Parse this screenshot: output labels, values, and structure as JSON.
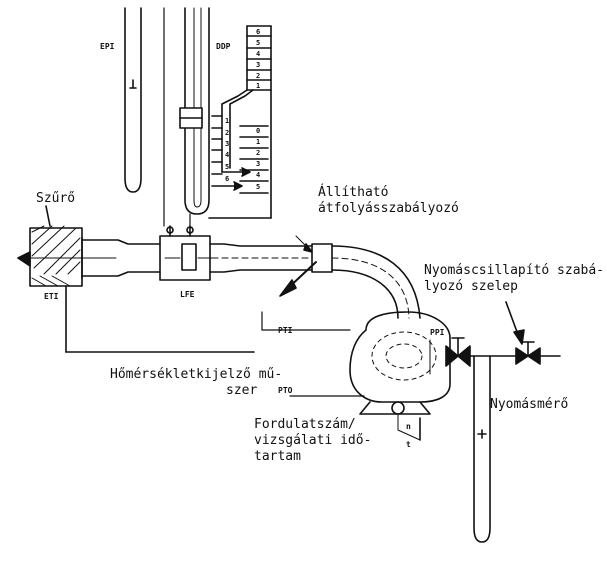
{
  "labels": {
    "filter": "Szűrő",
    "adjustable_flow_regulator_line1": "Állítható",
    "adjustable_flow_regulator_line2": "átfolyásszabályozó",
    "damper_valve_line1": "Nyomáscsillapító szabá-",
    "damper_valve_line2": "lyozó szelep",
    "thermometer_line1": "Hőmérsékletkijelző mű-",
    "thermometer_line2": "szer",
    "pressure_gauge": "Nyomásmérő",
    "speed_line1": "Fordulatszám/",
    "speed_line2": "vizsgálati idő-",
    "speed_line3": "tartam"
  },
  "codes": {
    "epi": "EPI",
    "ddp": "DDP",
    "eti": "ETI",
    "lfe": "LFE",
    "pti": "PTI",
    "pto": "PTO",
    "ppi": "PPI",
    "n": "n",
    "t": "t"
  },
  "scales": {
    "ddp_top": [
      "6",
      "5",
      "4",
      "3",
      "2",
      "1"
    ],
    "ddp_left": [
      "1",
      "2",
      "3",
      "4",
      "5",
      "6"
    ],
    "ddp_right": [
      "0",
      "1",
      "2",
      "3",
      "4",
      "5"
    ]
  },
  "colors": {
    "ink": "#111111",
    "paper": "#ffffff"
  }
}
